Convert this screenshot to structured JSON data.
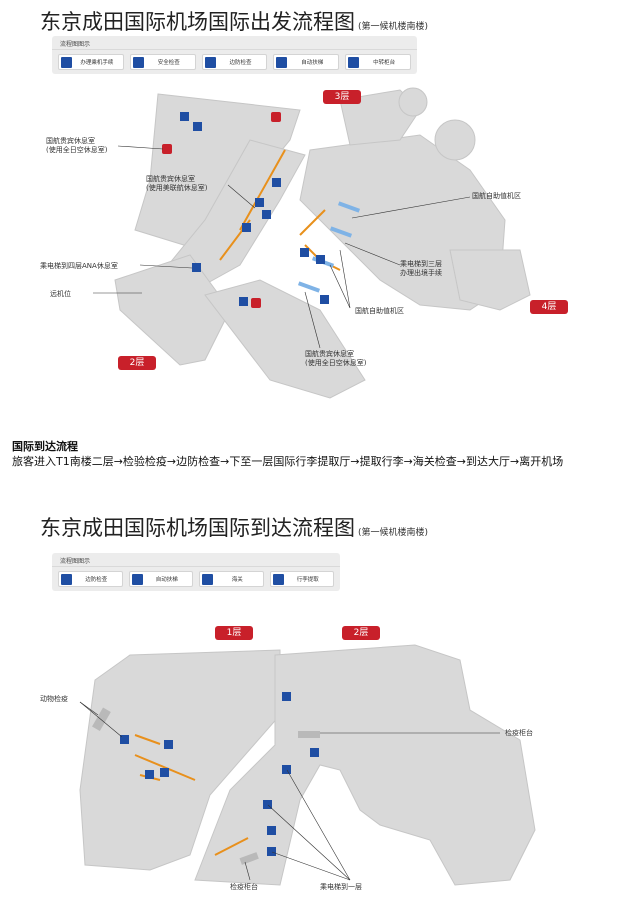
{
  "departure": {
    "title": "东京成田国际机场国际出发流程图",
    "subtitle": "(第一候机楼南楼)",
    "legend_head": "流程图图示",
    "legend": [
      "办理乘机手续",
      "安全检查",
      "边防检查",
      "自动扶梯",
      "中转柜台"
    ],
    "floors": [
      "3层",
      "2层",
      "4层"
    ],
    "labels": {
      "lounge_ana_left": [
        "国航贵宾休息室",
        "(使用全日空休息室)"
      ],
      "lounge_ual": [
        "国航贵宾休息室",
        "(使用美联航休息室)"
      ],
      "self_checkin_top": "国航自助值机区",
      "elevator_ana": "乘电梯到四层ANA休息室",
      "remote_stand": "远机位",
      "elevator_3f": [
        "乘电梯到三层",
        "办理出境手续"
      ],
      "self_checkin_bottom": "国航自助值机区",
      "lounge_ana_bottom": [
        "国航贵宾休息室",
        "(使用全日空休息室)"
      ]
    }
  },
  "arrival_flow": {
    "heading": "国际到达流程",
    "text": "旅客进入T1南楼二层→检验检疫→边防检查→下至一层国际行李提取厅→提取行李→海关检查→到达大厅→离开机场"
  },
  "arrival": {
    "title": "东京成田国际机场国际到达流程图",
    "subtitle": "(第一候机楼南楼)",
    "legend_head": "流程图图示",
    "legend": [
      "边防检查",
      "自动扶梯",
      "海关",
      "行李提取"
    ],
    "floors": [
      "1层",
      "2层"
    ],
    "labels": {
      "animal_quarantine": "动物检疫",
      "quarantine_right": "检疫柜台",
      "quarantine_bottom": "检疫柜台",
      "elevator_1f": "乘电梯到一层"
    }
  },
  "colors": {
    "map_fill": "#d9d9d9",
    "map_stroke": "#c4c4c4",
    "badge": "#c8202a",
    "icon_blue": "#1f4ea3",
    "arrow_orange": "#e8901c"
  }
}
